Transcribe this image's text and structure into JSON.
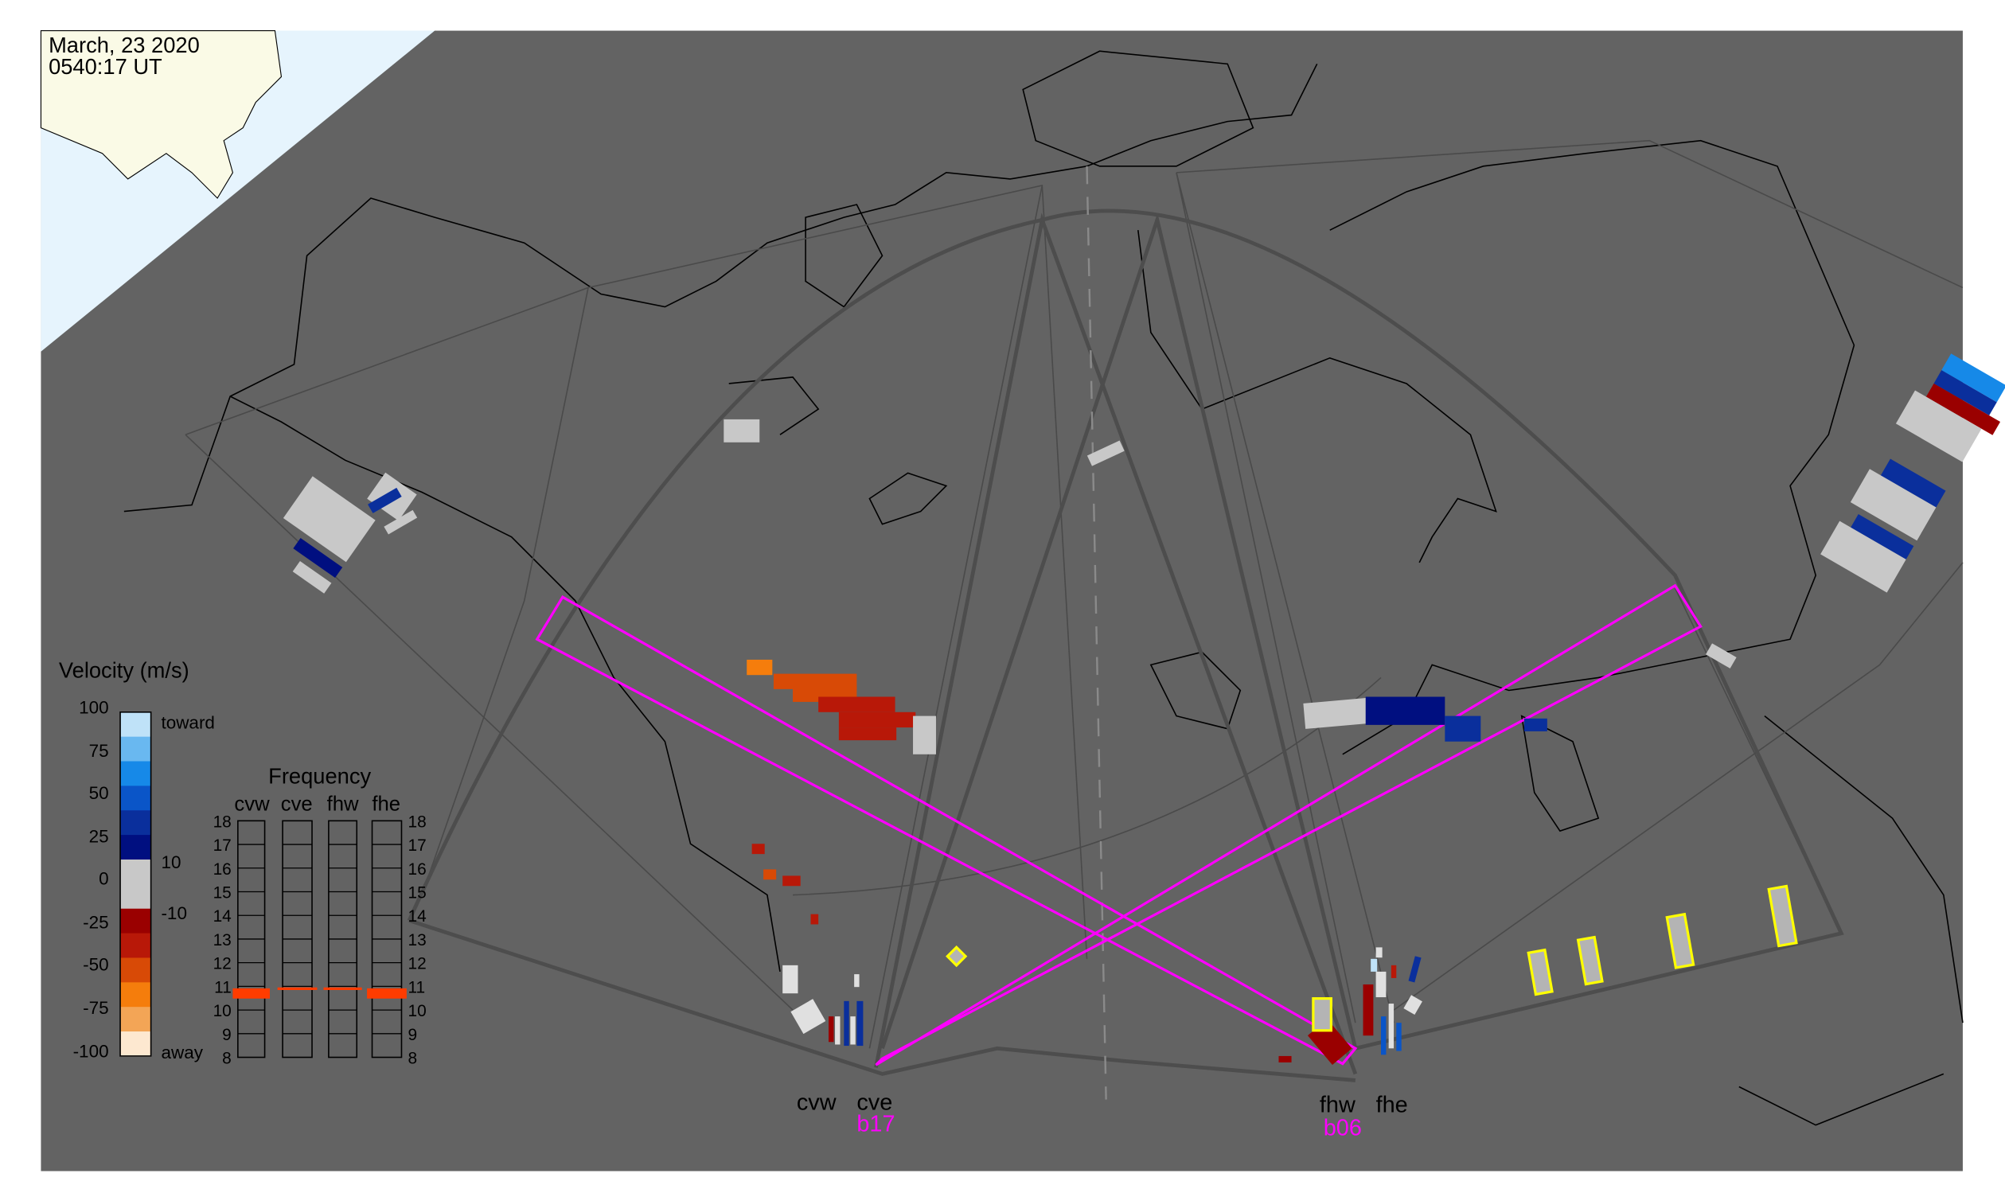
{
  "header": {
    "date": "March, 23 2020",
    "time": "0540:17 UT"
  },
  "legend": {
    "title": "Velocity (m/s)",
    "ticks": [
      "100",
      "75",
      "50",
      "25",
      "0",
      "-25",
      "-50",
      "-75",
      "-100"
    ],
    "toward_label": "toward",
    "away_label": "away",
    "inner_labels": [
      "10",
      "-10"
    ],
    "colors": [
      "#bfe2f8",
      "#69b8f0",
      "#1689e8",
      "#0a55c8",
      "#0a2f9c",
      "#000f80",
      "#c8c8c8",
      "#c8c8c8",
      "#9a0000",
      "#b81808",
      "#d84a06",
      "#f57d0c",
      "#f3a556",
      "#fde8d0"
    ]
  },
  "frequency": {
    "title": "Frequency",
    "radars": [
      "cvw",
      "cve",
      "fhw",
      "fhe"
    ],
    "ticks": [
      "18",
      "17",
      "16",
      "15",
      "14",
      "13",
      "12",
      "11",
      "10",
      "9",
      "8"
    ],
    "range_mhz": [
      8,
      18
    ],
    "values_mhz": [
      10.7,
      10.9,
      10.9,
      10.7
    ],
    "bar_color": "#ff3c00"
  },
  "radars": {
    "cvw": "cvw",
    "cve": "cve",
    "fhw": "fhw",
    "fhe": "fhe",
    "beam_west": "b17",
    "beam_east": "b06"
  },
  "colors": {
    "map_bg": "#636363",
    "land_day": "#fafae6",
    "ocean_day": "#e6f4fd",
    "beam_box": "#ff00ff",
    "highlight": "#ffff00"
  }
}
